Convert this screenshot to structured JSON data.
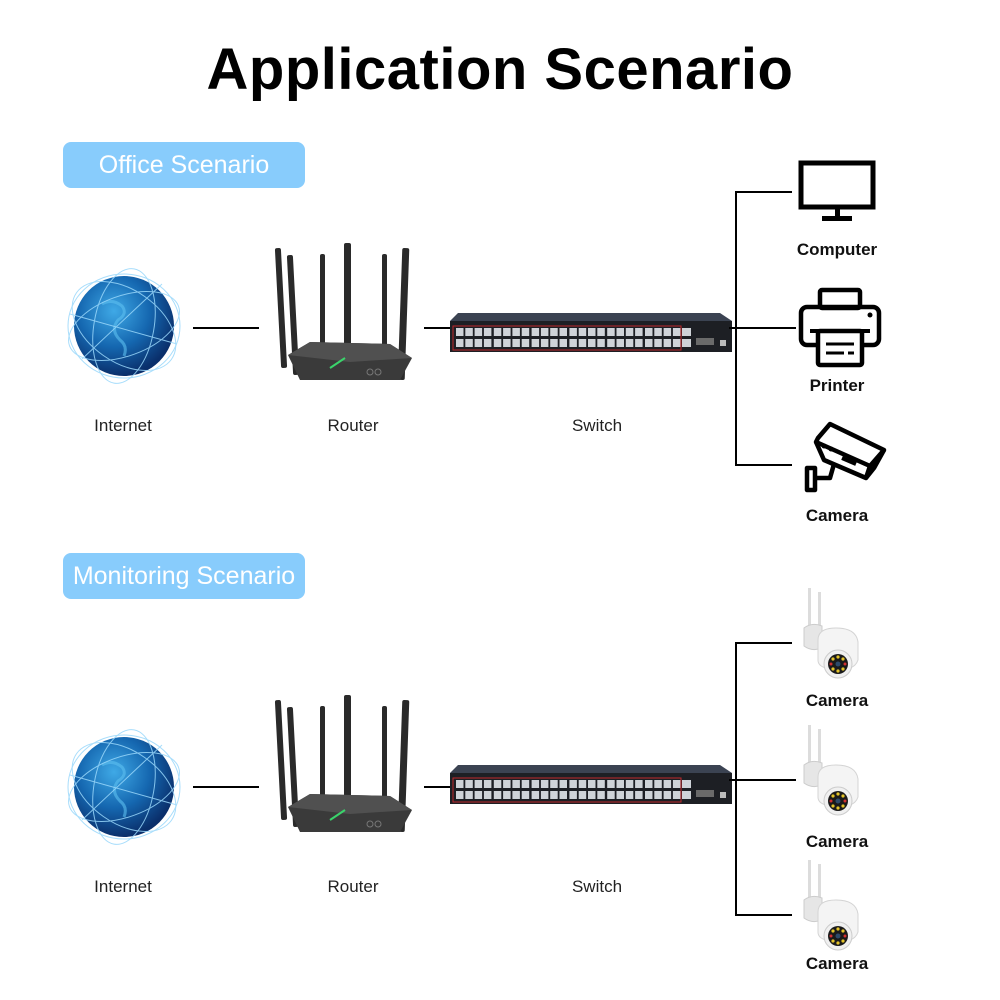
{
  "title": "Application Scenario",
  "scenarios": [
    {
      "badge": "Office Scenario",
      "chain": [
        {
          "label": "Internet",
          "icon": "globe-icon"
        },
        {
          "label": "Router",
          "icon": "router-icon"
        },
        {
          "label": "Switch",
          "icon": "switch-icon"
        }
      ],
      "devices": [
        {
          "label": "Computer",
          "icon": "monitor-icon"
        },
        {
          "label": "Printer",
          "icon": "printer-icon"
        },
        {
          "label": "Camera",
          "icon": "cctv-camera-icon"
        }
      ]
    },
    {
      "badge": "Monitoring Scenario",
      "chain": [
        {
          "label": "Internet",
          "icon": "globe-icon"
        },
        {
          "label": "Router",
          "icon": "router-icon"
        },
        {
          "label": "Switch",
          "icon": "switch-icon"
        }
      ],
      "devices": [
        {
          "label": "Camera",
          "icon": "ptz-camera-icon"
        },
        {
          "label": "Camera",
          "icon": "ptz-camera-icon"
        },
        {
          "label": "Camera",
          "icon": "ptz-camera-icon"
        }
      ]
    }
  ],
  "colors": {
    "badge": "#88ccfc",
    "line": "#000000",
    "port_accent": "#c0282d"
  }
}
